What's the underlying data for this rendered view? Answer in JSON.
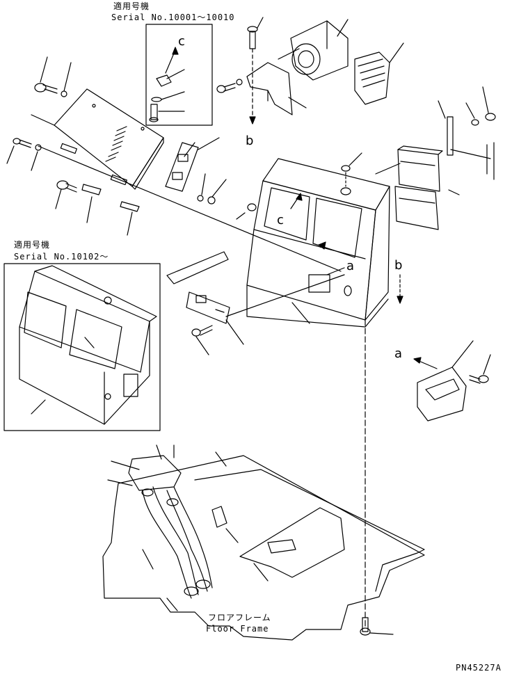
{
  "inset_top": {
    "title_jp": "適用号機",
    "serial": "Serial No.10001～10010"
  },
  "inset_left": {
    "title_jp": "適用号機",
    "serial": "Serial No.10102～"
  },
  "callouts": {
    "c_inset": "c",
    "c_main": "c",
    "b_top": "b",
    "b_right": "b",
    "a_main": "a",
    "a_right": "a"
  },
  "floor_frame": {
    "jp": "フロアフレーム",
    "en": "Floor Frame"
  },
  "part_number": "PN45227A"
}
